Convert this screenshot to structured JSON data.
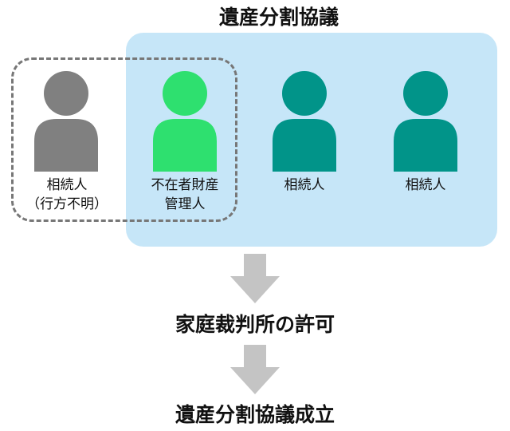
{
  "titles": {
    "top": "遺産分割協議",
    "middle": "家庭裁判所の許可",
    "bottom": "遺産分割協議成立"
  },
  "persons": [
    {
      "line1": "相続人",
      "line2": "（行方不明）",
      "color": "#808080"
    },
    {
      "line1": "不在者財産",
      "line2": "管理人",
      "color": "#2ee06f"
    },
    {
      "line1": "相続人",
      "line2": "",
      "color": "#019489"
    },
    {
      "line1": "相続人",
      "line2": "",
      "color": "#019489"
    }
  ],
  "colors": {
    "panel": "#c6e6f8",
    "dashed_border": "#777777",
    "arrow": "#c4c4c4"
  },
  "icons": {
    "person": "person-icon",
    "arrow": "down-arrow-icon"
  }
}
